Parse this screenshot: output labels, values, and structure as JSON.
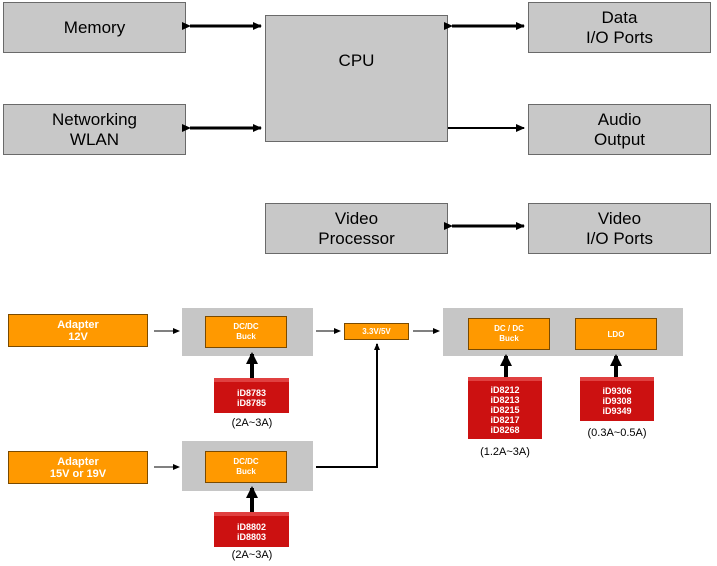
{
  "top": {
    "memory": "Memory",
    "networking": "Networking\nWLAN",
    "cpu": "CPU",
    "data_io": "Data\nI/O Ports",
    "audio": "Audio\nOutput",
    "video_proc": "Video\nProcessor",
    "video_io": "Video\nI/O Ports"
  },
  "power": {
    "adapter_12v": "Adapter\n12V",
    "adapter_15v": "Adapter\n15V or 19V",
    "buck_1": "DC/DC\nBuck",
    "buck_2": "DC/DC\nBuck",
    "rail": "3.3V/5V",
    "buck_3": "DC / DC\nBuck",
    "ldo": "LDO",
    "parts_1": "iD8783\niD8785",
    "parts_2": "iD8802\niD8803",
    "parts_3": "iD8212\niD8213\niD8215\niD8217\niD8268",
    "parts_4": "iD9306\niD9308\niD9349",
    "current_1": "(2A~3A)",
    "current_2": "(2A~3A)",
    "current_3": "(1.2A~3A)",
    "current_4": "(0.3A~0.5A)"
  },
  "colors": {
    "block_gray": "#c8c8c8",
    "orange": "#ff9900",
    "red": "#cc1111"
  }
}
